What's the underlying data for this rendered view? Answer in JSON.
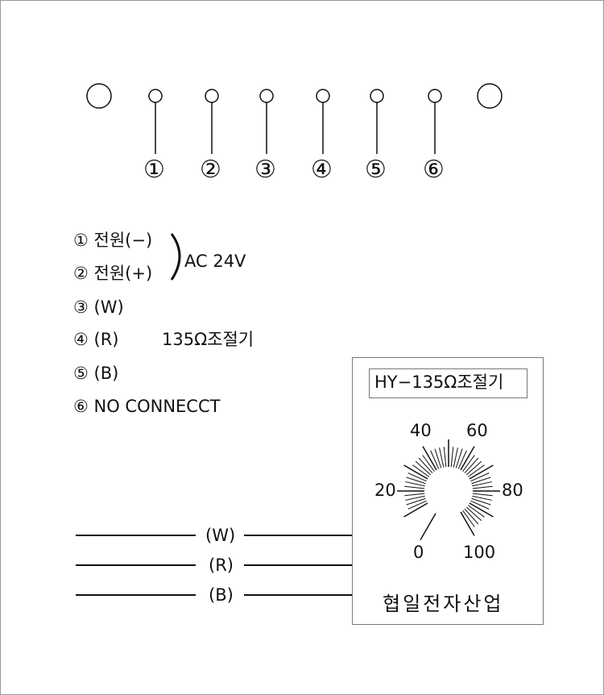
{
  "terminals": [
    "①",
    "②",
    "③",
    "④",
    "⑤",
    "⑥"
  ],
  "legend": [
    {
      "num": "①",
      "label": "전원(−)"
    },
    {
      "num": "②",
      "label": "전원(+)"
    },
    {
      "num": "③",
      "label": "(W)"
    },
    {
      "num": "④",
      "label": "(R)"
    },
    {
      "num": "⑤",
      "label": "(B)"
    },
    {
      "num": "⑥",
      "label": "NO CONNECCT"
    }
  ],
  "power_note": "AC 24V",
  "controller_note": "135Ω조절기",
  "wires": [
    "(W)",
    "(R)",
    "(B)"
  ],
  "device": {
    "model": "HY−135Ω조절기",
    "dial_labels": [
      "0",
      "20",
      "40",
      "60",
      "80",
      "100"
    ],
    "maker": "협일전자산업"
  }
}
